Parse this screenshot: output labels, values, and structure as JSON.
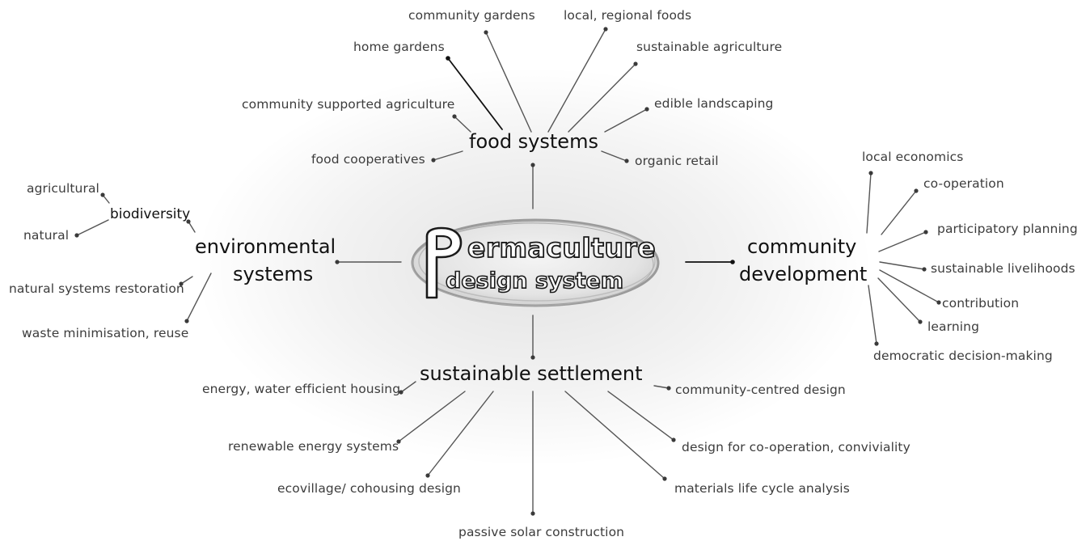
{
  "center": {
    "title": "ermaculture",
    "subtitle": "design system"
  },
  "branches": {
    "food": {
      "label": "food systems",
      "items": {
        "community_gardens": "community gardens",
        "local_regional_foods": "local, regional foods",
        "home_gardens": "home gardens",
        "sustainable_agriculture": "sustainable agriculture",
        "edible_landscaping": "edible landscaping",
        "community_supported_agriculture": "community supported agriculture",
        "food_cooperatives": "food cooperatives",
        "organic_retail": "organic retail"
      }
    },
    "environmental": {
      "label_line1": "environmental",
      "label_line2": "systems",
      "biodiversity": {
        "label": "biodiversity",
        "items": {
          "agricultural": "agricultural",
          "natural": "natural"
        }
      },
      "items": {
        "natural_systems_restoration": "natural systems restoration",
        "waste_minimisation": "waste minimisation, reuse"
      }
    },
    "community": {
      "label_line1": "community",
      "label_line2": "development",
      "items": {
        "local_economics": "local economics",
        "co_operation": "co-operation",
        "participatory_planning": "participatory planning",
        "sustainable_livelihoods": "sustainable livelihoods",
        "contribution": "contribution",
        "learning": "learning",
        "democratic_decision_making": "democratic decision-making"
      }
    },
    "settlement": {
      "label": "sustainable settlement",
      "items": {
        "energy_water_housing": "energy, water efficient housing",
        "community_centred_design": "community-centred design",
        "renewable_energy_systems": "renewable energy systems",
        "design_for_cooperation": "design for co-operation, conviviality",
        "ecovillage_cohousing": "ecovillage/ cohousing design",
        "materials_life_cycle": "materials life cycle analysis",
        "passive_solar": "passive solar construction"
      }
    }
  }
}
